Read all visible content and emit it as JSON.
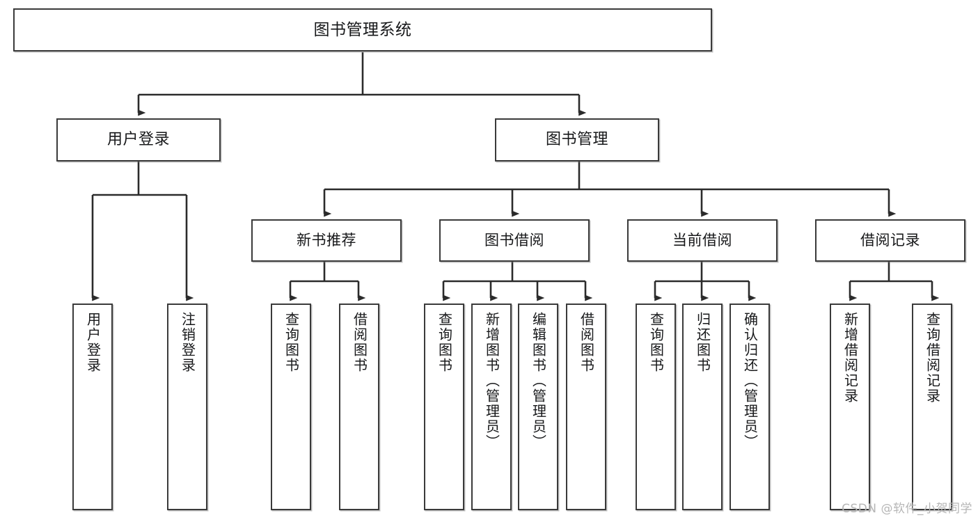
{
  "diagram": {
    "title": "图书管理系统",
    "type": "tree-hierarchy-chart",
    "watermark": "CSDN @软件_小贺同学",
    "colors": {
      "box_border": "#3a3a3a",
      "box_fill": "#ffffff",
      "edge": "#2b2b2b",
      "text": "#17181a",
      "watermark": "#b6b6b6",
      "background": "#ffffff"
    }
  },
  "nodes": {
    "root": {
      "id": "root",
      "label": "图书管理系统",
      "level": 1
    },
    "level2": [
      {
        "id": "user-login",
        "label": "用户登录",
        "level": 2
      },
      {
        "id": "book-manage",
        "label": "图书管理",
        "level": 2
      }
    ],
    "level3": [
      {
        "id": "new-book-recommend",
        "label": "新书推荐",
        "level": 3,
        "parent": "book-manage"
      },
      {
        "id": "book-borrow",
        "label": "图书借阅",
        "level": 3,
        "parent": "book-manage"
      },
      {
        "id": "current-borrow",
        "label": "当前借阅",
        "level": 3,
        "parent": "book-manage"
      },
      {
        "id": "borrow-record",
        "label": "借阅记录",
        "level": 3,
        "parent": "book-manage"
      }
    ],
    "leaves": [
      {
        "id": "leaf-user-login",
        "label": "用户登录",
        "parent": "user-login"
      },
      {
        "id": "leaf-user-logout",
        "label": "注销登录",
        "parent": "user-login"
      },
      {
        "id": "leaf-query-book-1",
        "label": "查询图书",
        "parent": "new-book-recommend"
      },
      {
        "id": "leaf-borrow-book-1",
        "label": "借阅图书",
        "parent": "new-book-recommend"
      },
      {
        "id": "leaf-query-book-2",
        "label": "查询图书",
        "parent": "book-borrow"
      },
      {
        "id": "leaf-add-book",
        "label": "新增图书（管理员）",
        "parent": "book-borrow"
      },
      {
        "id": "leaf-edit-book",
        "label": "编辑图书（管理员）",
        "parent": "book-borrow"
      },
      {
        "id": "leaf-borrow-book-2",
        "label": "借阅图书",
        "parent": "book-borrow"
      },
      {
        "id": "leaf-query-book-3",
        "label": "查询图书",
        "parent": "current-borrow"
      },
      {
        "id": "leaf-return-book",
        "label": "归还图书",
        "parent": "current-borrow"
      },
      {
        "id": "leaf-confirm-return",
        "label": "确认归还（管理员）",
        "parent": "current-borrow"
      },
      {
        "id": "leaf-add-record",
        "label": "新增借阅记录",
        "parent": "borrow-record"
      },
      {
        "id": "leaf-query-record",
        "label": "查询借阅记录",
        "parent": "borrow-record"
      }
    ]
  }
}
